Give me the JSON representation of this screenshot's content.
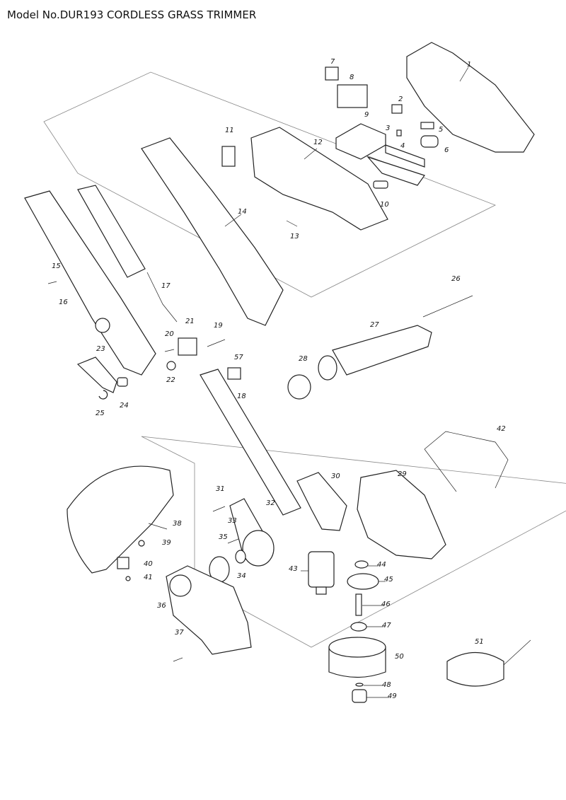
{
  "title": "Model No.DUR193 CORDLESS GRASS TRIMMER",
  "parts": [
    "1",
    "2",
    "3",
    "4",
    "5",
    "6",
    "7",
    "8",
    "9",
    "10",
    "11",
    "12",
    "13",
    "14",
    "15",
    "16",
    "17",
    "18",
    "19",
    "20",
    "21",
    "22",
    "23",
    "24",
    "25",
    "26",
    "27",
    "28",
    "29",
    "30",
    "31",
    "32",
    "33",
    "34",
    "35",
    "36",
    "37",
    "38",
    "39",
    "40",
    "41",
    "42",
    "43",
    "44",
    "45",
    "46",
    "47",
    "48",
    "49",
    "50",
    "51",
    "57"
  ]
}
